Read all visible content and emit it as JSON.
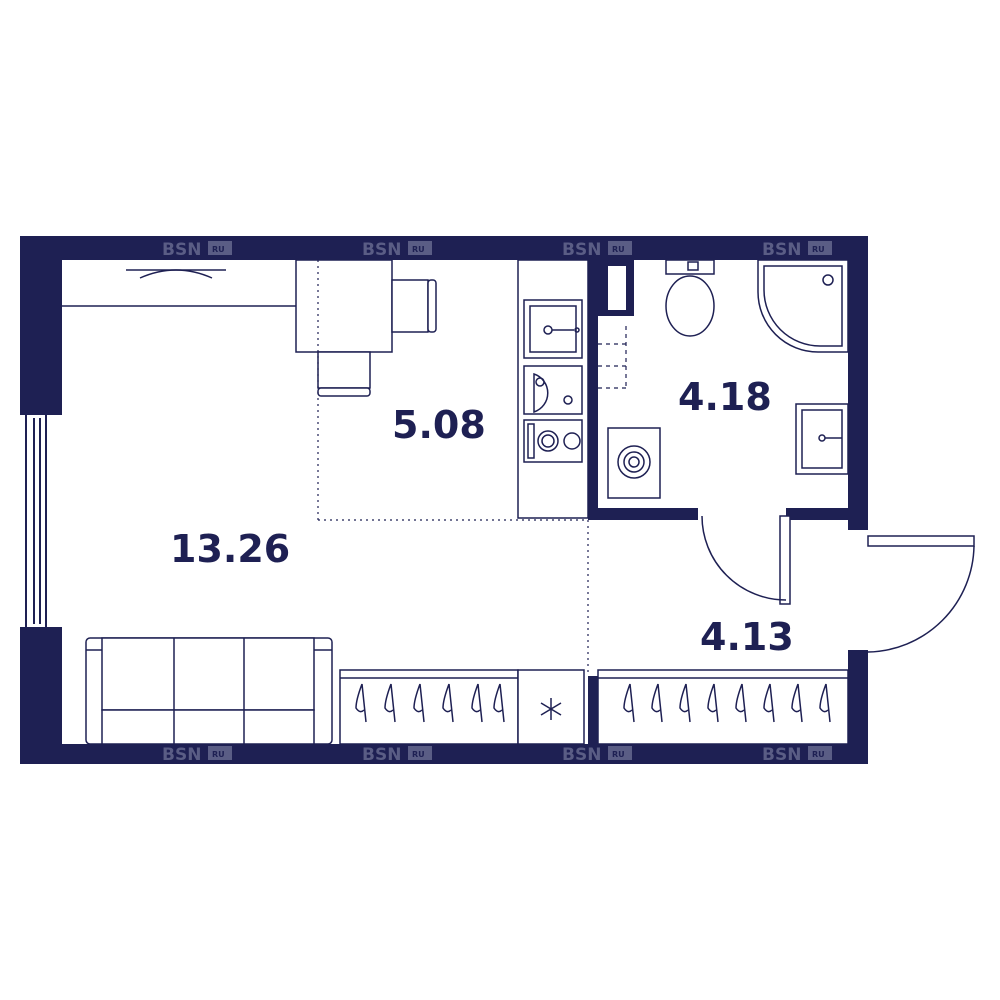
{
  "colors": {
    "wall": "#1e2053",
    "furniture_stroke": "#1e2053",
    "background": "#ffffff",
    "watermark": "#5a5d85"
  },
  "rooms": [
    {
      "id": "living",
      "area": "13.26"
    },
    {
      "id": "kitchen",
      "area": "5.08"
    },
    {
      "id": "bathroom",
      "area": "4.18"
    },
    {
      "id": "hallway",
      "area": "4.13"
    }
  ],
  "watermark": {
    "brand": "BSN",
    "suffix": "RU"
  },
  "icons": [
    "bed-icon",
    "table-icon",
    "chair-icon",
    "sink-icon",
    "stove-icon",
    "dishwasher-icon",
    "toilet-icon",
    "shower-icon",
    "washing-machine-icon",
    "sofa-icon",
    "wardrobe-icon",
    "hanger-icon",
    "fridge-icon",
    "door-icon",
    "window-icon"
  ]
}
